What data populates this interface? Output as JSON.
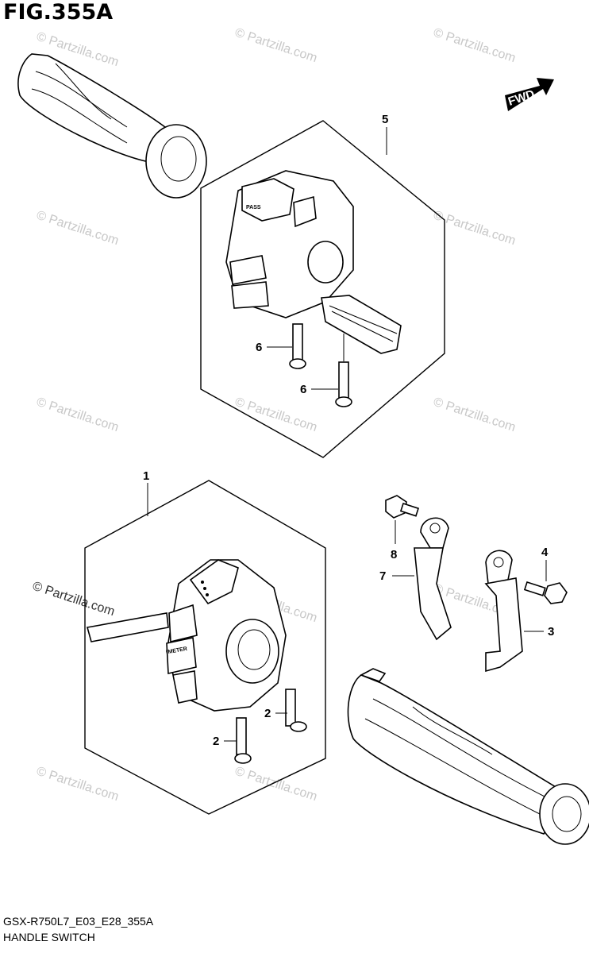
{
  "figure": {
    "title": "FIG.355A",
    "code": "GSX-R750L7_E03_E28_355A",
    "name": "HANDLE SWITCH"
  },
  "direction_marker": "FWD",
  "watermark": "© Partzilla.com",
  "switch_labels": {
    "pass": "PASS",
    "meter": "METER"
  },
  "callouts": [
    {
      "id": "1",
      "label": "1"
    },
    {
      "id": "2a",
      "label": "2"
    },
    {
      "id": "2b",
      "label": "2"
    },
    {
      "id": "3",
      "label": "3"
    },
    {
      "id": "4",
      "label": "4"
    },
    {
      "id": "5",
      "label": "5"
    },
    {
      "id": "6a",
      "label": "6"
    },
    {
      "id": "6b",
      "label": "6"
    },
    {
      "id": "7",
      "label": "7"
    },
    {
      "id": "8",
      "label": "8"
    }
  ]
}
